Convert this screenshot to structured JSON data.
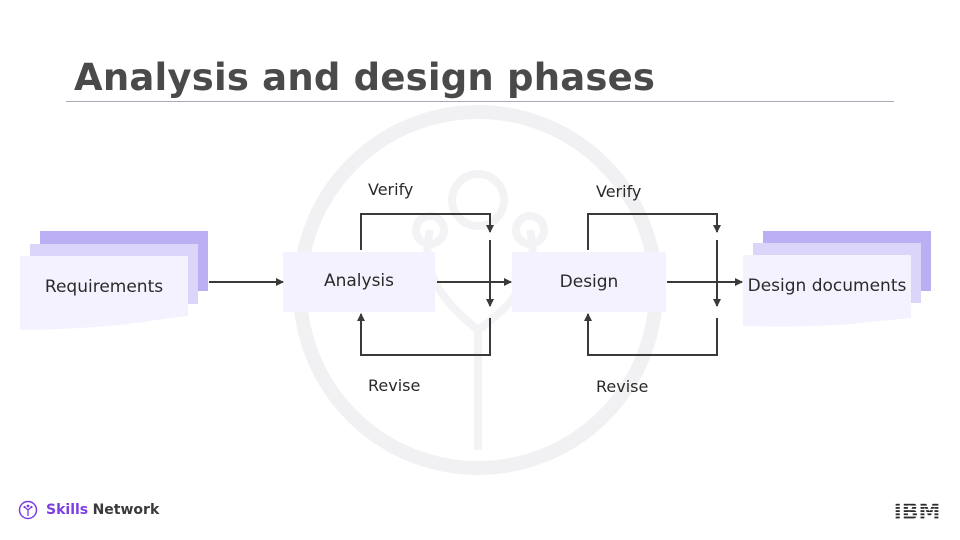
{
  "slide": {
    "title": "Analysis and design phases"
  },
  "diagram": {
    "nodes": {
      "requirements": "Requirements",
      "analysis": "Analysis",
      "design": "Design",
      "design_documents": "Design documents"
    },
    "loops": {
      "analysis_verify": "Verify",
      "analysis_revise": "Revise",
      "design_verify": "Verify",
      "design_revise": "Revise"
    }
  },
  "footer": {
    "brand_skills": "Skills",
    "brand_network": "Network",
    "ibm_logo_text": "IBM"
  },
  "colors": {
    "box_fill": "#f4f2fe",
    "stack_mid": "#dcd5fa",
    "stack_back": "#bcaef3",
    "line": "#3a3a3a",
    "brand": "#7b3fe4"
  },
  "icons": {
    "skills_network_logo": "skills-network-logo-icon",
    "ibm_logo": "ibm-logo-icon"
  }
}
